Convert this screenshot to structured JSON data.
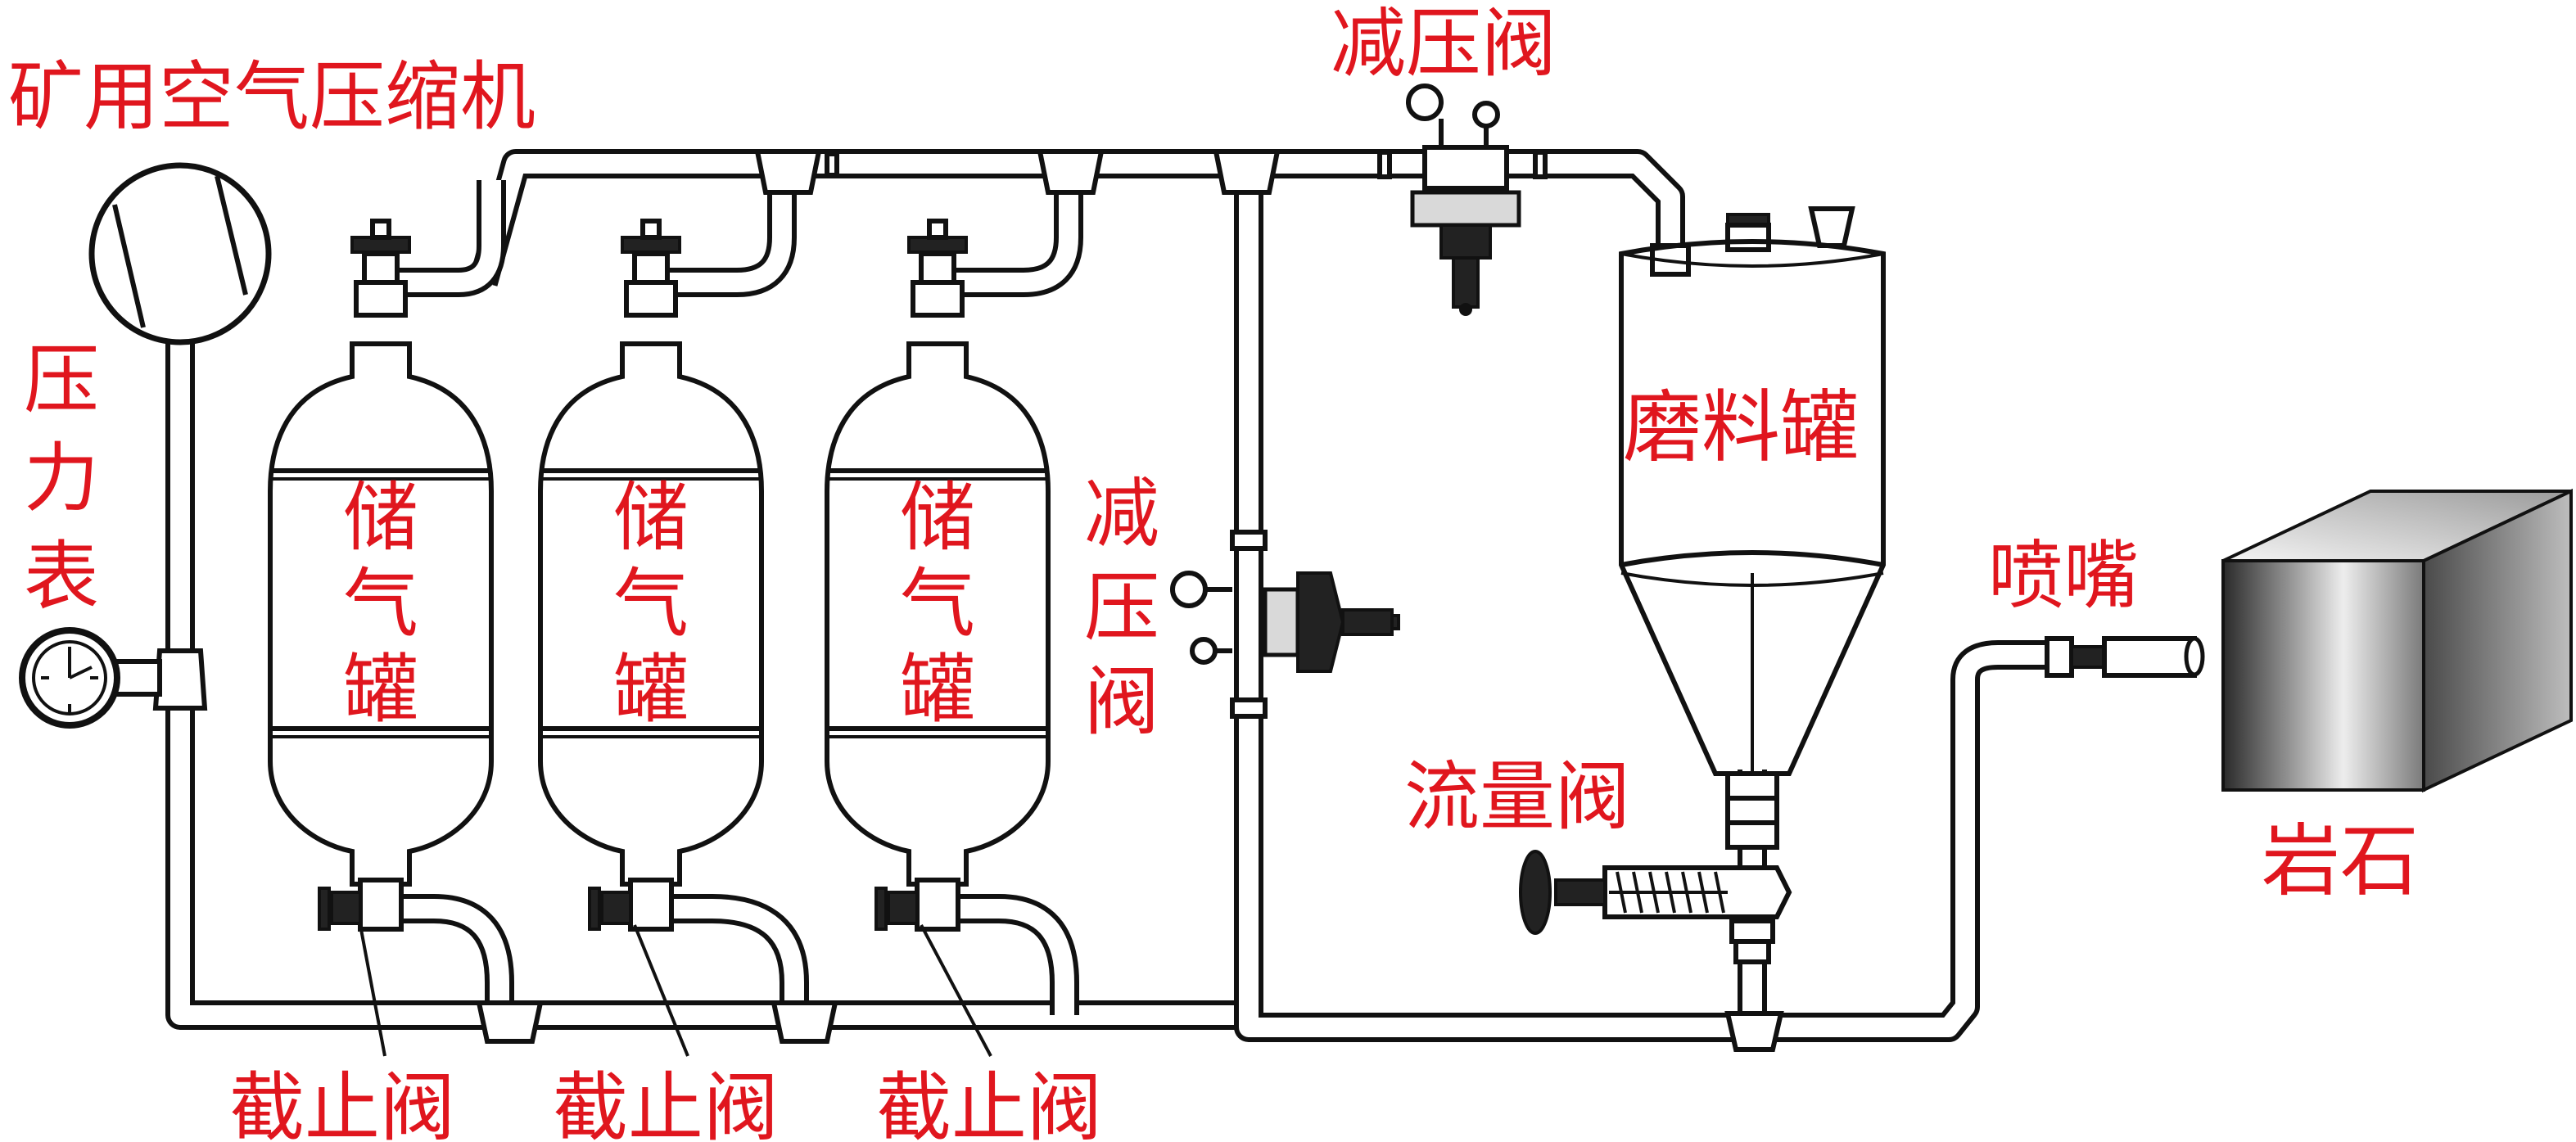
{
  "labels": {
    "compressor": "矿用空气压缩机",
    "pressure_gauge": "压力表",
    "reducing_valve_top": "减压阀",
    "reducing_valve_side": "减压阀",
    "storage_tank": "储气罐",
    "grinding_tank": "磨料罐",
    "nozzle": "喷嘴",
    "flow_valve": "流量阀",
    "rock": "岩石",
    "stop_valve": "截止阀"
  },
  "colors": {
    "label": "#e0161e",
    "line": "#111111"
  }
}
